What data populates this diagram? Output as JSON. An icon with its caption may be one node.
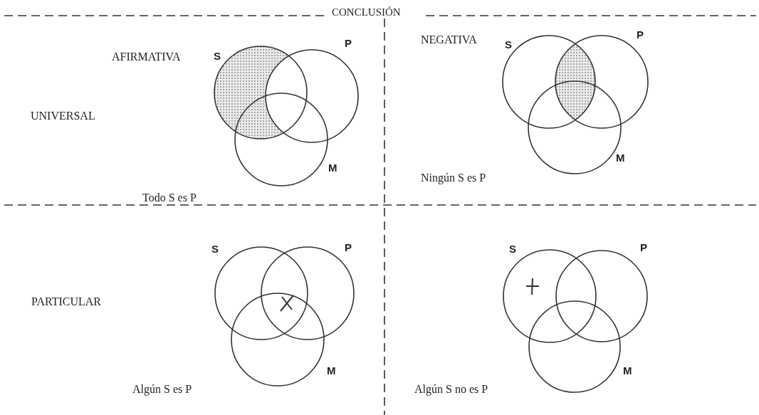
{
  "diagram": {
    "title": "CONCLUSIÓN",
    "labels": [
      "AFIRMATIVA",
      "S",
      "P",
      "NEGATIVA",
      "S",
      "P",
      "UNIVERSAL",
      "M",
      "M",
      "Todo S es P",
      "Ningún S es P",
      "S",
      "P",
      "S",
      "P",
      "PARTICULAR",
      "M",
      "M",
      "Algún S es P",
      "Algún S no es P"
    ]
  }
}
